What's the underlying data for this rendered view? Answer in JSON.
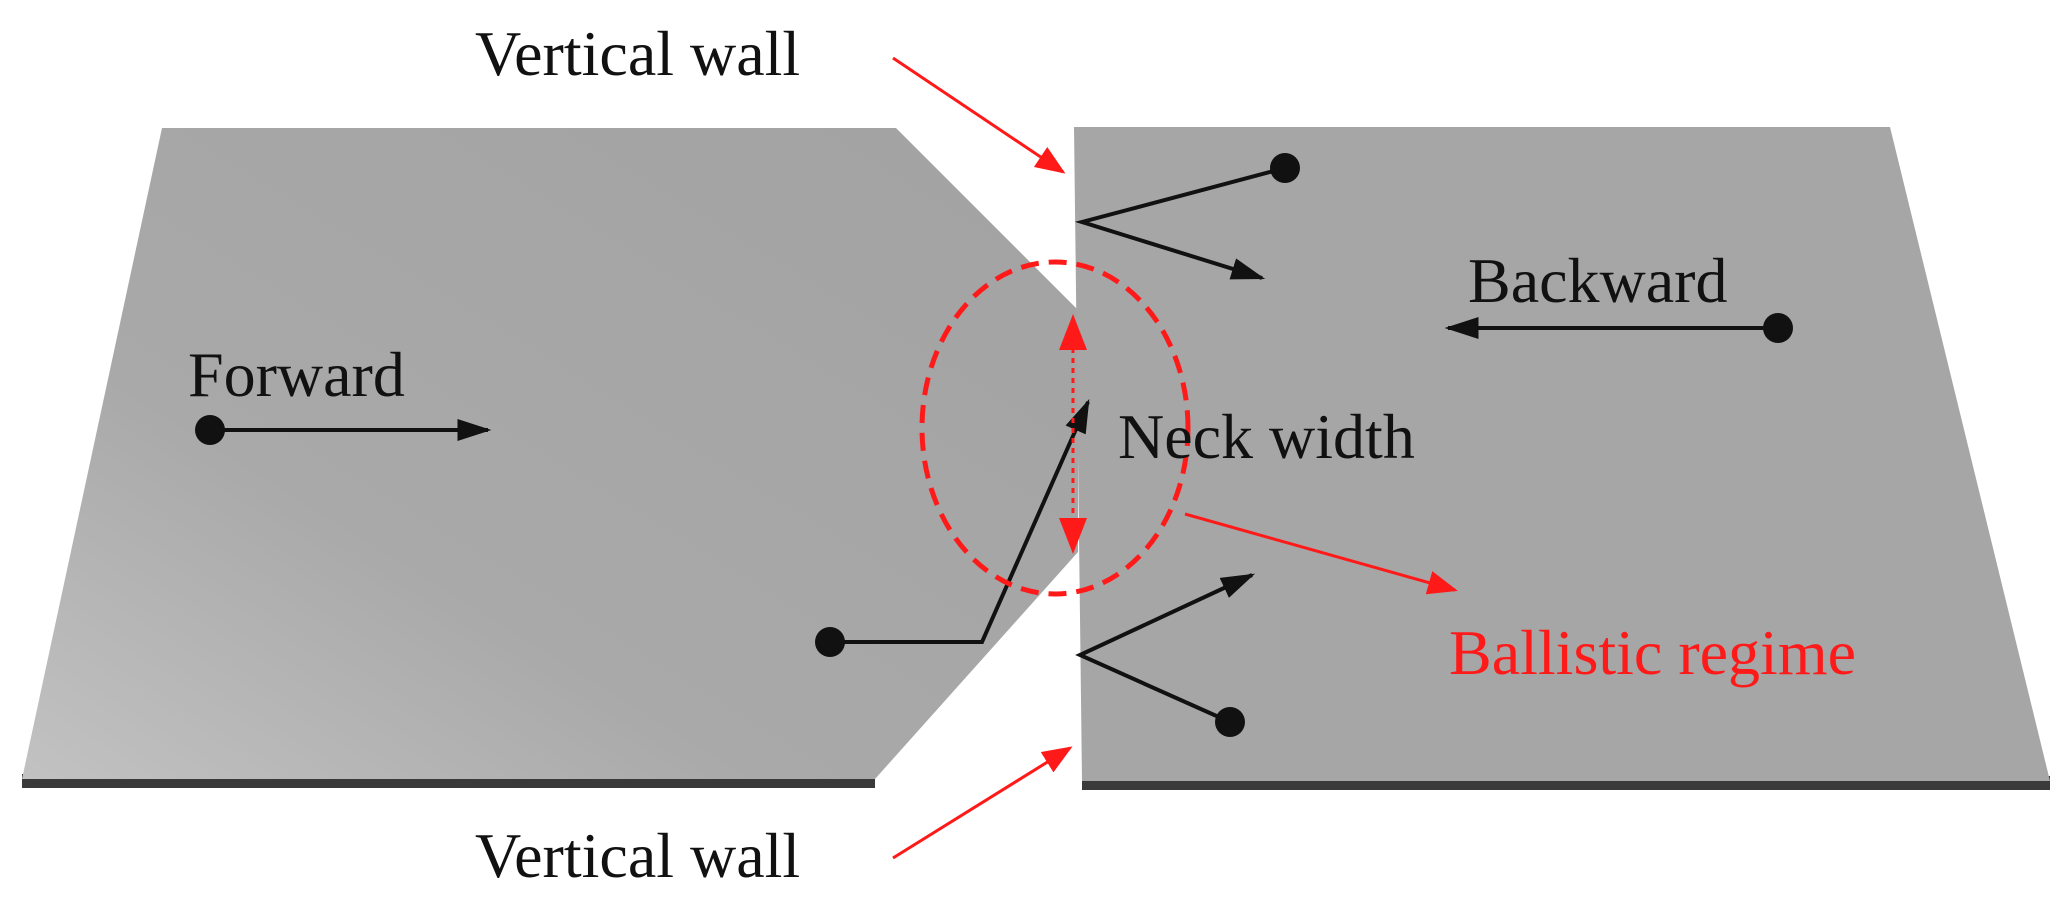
{
  "labels": {
    "vertical_wall_top": "Vertical wall",
    "vertical_wall_bottom": "Vertical wall",
    "forward": "Forward",
    "backward": "Backward",
    "neck_width": "Neck width",
    "ballistic_regime": "Ballistic regime"
  },
  "colors": {
    "plate": "#a6a6a6",
    "plate_edge": "#3a3a3a",
    "arrow": "#111111",
    "annotation": "#ff1a1a",
    "text": "#111111"
  }
}
